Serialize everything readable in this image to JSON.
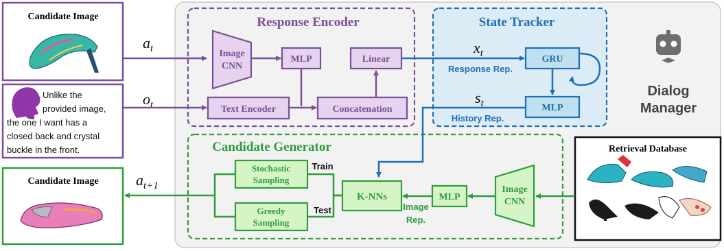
{
  "candidate_top": {
    "title": "Candidate Image"
  },
  "query": {
    "line1": "Unlike the",
    "line2": "provided image,",
    "line3": "the one I want has a",
    "line4": "closed back and crystal",
    "line5": "buckle in the front."
  },
  "candidate_bottom": {
    "title": "Candidate Image"
  },
  "math": {
    "a_t": "a",
    "a_t_sub": "t",
    "o_t": "o",
    "o_t_sub": "t",
    "a_t1": "a",
    "a_t1_sub": "t+1",
    "x_t": "x",
    "x_t_sub": "t",
    "s_t": "s",
    "s_t_sub": "t"
  },
  "response_encoder": {
    "title": "Response Encoder",
    "image_cnn_l1": "Image",
    "image_cnn_l2": "CNN",
    "mlp": "MLP",
    "linear": "Linear",
    "text_encoder": "Text Encoder",
    "concatenation": "Concatenation"
  },
  "state_tracker": {
    "title": "State Tracker",
    "gru": "GRU",
    "mlp": "MLP",
    "response_rep": "Response Rep.",
    "history_rep": "History Rep."
  },
  "dialog_manager": {
    "line1": "Dialog",
    "line2": "Manager"
  },
  "candidate_generator": {
    "title": "Candidate Generator",
    "stochastic_l1": "Stochastic",
    "stochastic_l2": "Sampling",
    "greedy_l1": "Greedy",
    "greedy_l2": "Sampling",
    "train": "Train",
    "test": "Test",
    "knn": "K-NNs",
    "mlp": "MLP",
    "image_rep_l1": "Image",
    "image_rep_l2": "Rep.",
    "image_cnn_l1": "Image",
    "image_cnn_l2": "CNN"
  },
  "retrieval_database": {
    "title": "Retrieval Database"
  },
  "colors": {
    "purple": "#7b4f97",
    "purple_fill": "#e6d3f0",
    "blue": "#1f6fb2",
    "blue_fill": "#bfe0ee",
    "green": "#2e9d3a",
    "green_fill": "#d6f5c7"
  }
}
